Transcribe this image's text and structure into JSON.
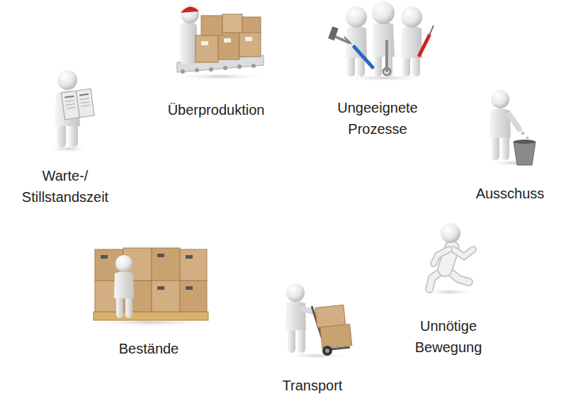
{
  "diagram": {
    "labels": [
      "Überproduktion",
      "Ungeeignete Prozesse",
      "Warte-/ Stillstandszeit",
      "Ausschuss",
      "Unnötige Bewegung",
      "Bestände",
      "Transport"
    ]
  }
}
